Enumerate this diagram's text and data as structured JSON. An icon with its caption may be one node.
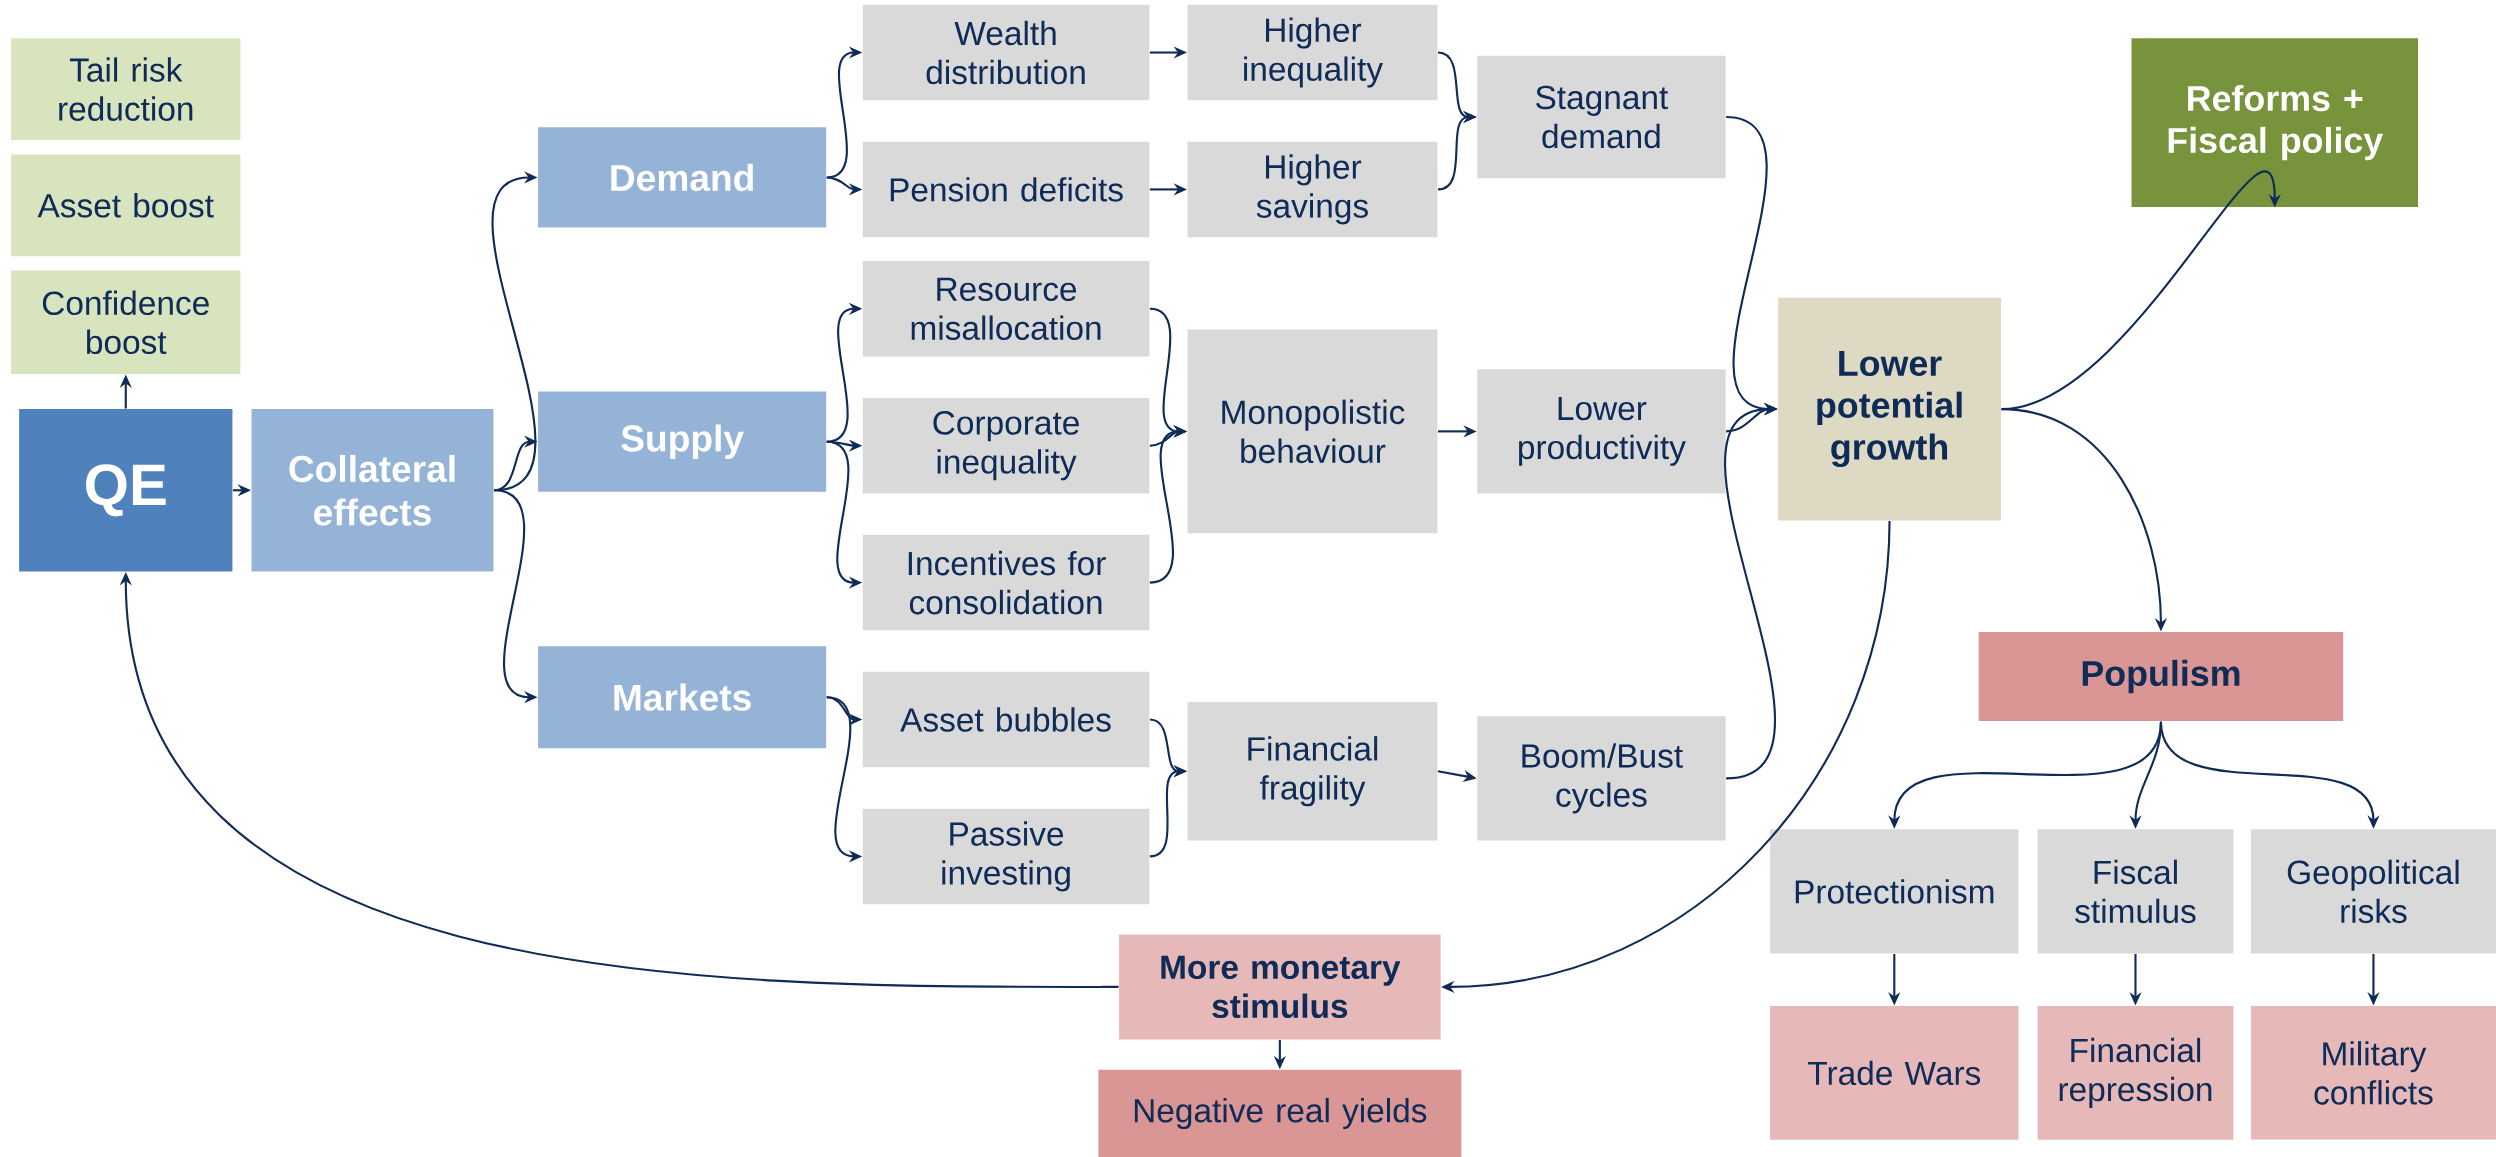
{
  "diagram": {
    "nodes": [
      {
        "text": [
          "Tail risk reduction"
        ]
      },
      {
        "text": [
          "Asset boost"
        ]
      },
      {
        "text": [
          "Confidence boost"
        ]
      },
      {
        "text": [
          "QE"
        ]
      },
      {
        "text": [
          "Collateral effects"
        ]
      },
      {
        "text": [
          "Demand"
        ]
      },
      {
        "text": [
          "Supply"
        ]
      },
      {
        "text": [
          "Markets"
        ]
      },
      {
        "text": [
          "Wealth distribution"
        ]
      },
      {
        "text": [
          "Pension deficits"
        ]
      },
      {
        "text": [
          "Resource misallocation"
        ]
      },
      {
        "text": [
          "Corporate inequality"
        ]
      },
      {
        "text": [
          "Incentives for consolidation"
        ]
      },
      {
        "text": [
          "Asset bubbles"
        ]
      },
      {
        "text": [
          "Passive investing"
        ]
      },
      {
        "text": [
          "Higher inequality"
        ]
      },
      {
        "text": [
          "Higher savings"
        ]
      },
      {
        "text": [
          "Monopolistic behaviour"
        ]
      },
      {
        "text": [
          "Financial fragility"
        ]
      },
      {
        "text": [
          "Stagnant demand"
        ]
      },
      {
        "text": [
          "Lower productivity"
        ]
      },
      {
        "text": [
          "Boom/Bust cycles"
        ]
      },
      {
        "text": [
          "Lower potential growth"
        ]
      },
      {
        "text": [
          "Reforms + Fiscal policy"
        ]
      },
      {
        "text": [
          "Populism"
        ]
      },
      {
        "text": [
          "Protectionism"
        ]
      },
      {
        "text": [
          "Fiscal stimulus"
        ]
      },
      {
        "text": [
          "Geopolitical risks"
        ]
      },
      {
        "text": [
          "Trade Wars"
        ]
      },
      {
        "text": [
          "Financial repression"
        ]
      },
      {
        "text": [
          "Military conflicts"
        ]
      },
      {
        "text": [
          "More monetary stimulus"
        ]
      },
      {
        "text": [
          "Negative real yields"
        ]
      }
    ],
    "edges": [
      {
        "from": 3,
        "to": 2,
        "arrow": "to"
      },
      {
        "from": 3,
        "to": 4,
        "arrow": "to"
      },
      {
        "from": 4,
        "to": 5,
        "arrow": "to"
      },
      {
        "from": 4,
        "to": 6,
        "arrow": "to"
      },
      {
        "from": 4,
        "to": 7,
        "arrow": "to"
      },
      {
        "from": 5,
        "to": 8,
        "arrow": "to"
      },
      {
        "from": 5,
        "to": 9,
        "arrow": "to"
      },
      {
        "from": 6,
        "to": 10,
        "arrow": "to"
      },
      {
        "from": 6,
        "to": 11,
        "arrow": "to"
      },
      {
        "from": 6,
        "to": 12,
        "arrow": "to"
      },
      {
        "from": 7,
        "to": 13,
        "arrow": "to"
      },
      {
        "from": 7,
        "to": 14,
        "arrow": "to"
      },
      {
        "from": 8,
        "to": 15,
        "arrow": "to"
      },
      {
        "from": 9,
        "to": 16,
        "arrow": "to"
      },
      {
        "from": 15,
        "to": 19,
        "arrow": "to"
      },
      {
        "from": 16,
        "to": 19,
        "arrow": "to"
      },
      {
        "from": 10,
        "to": 17,
        "arrow": "to"
      },
      {
        "from": 11,
        "to": 17,
        "arrow": "to"
      },
      {
        "from": 12,
        "to": 17,
        "arrow": "to"
      },
      {
        "from": 13,
        "to": 18,
        "arrow": "to"
      },
      {
        "from": 14,
        "to": 18,
        "arrow": "to"
      },
      {
        "from": 17,
        "to": 20,
        "arrow": "to"
      },
      {
        "from": 18,
        "to": 21,
        "arrow": "to"
      },
      {
        "from": 19,
        "to": 22,
        "arrow": "to"
      },
      {
        "from": 20,
        "to": 22,
        "arrow": "to"
      },
      {
        "from": 21,
        "to": 22,
        "arrow": "to"
      },
      {
        "from": 22,
        "to": 23,
        "arrow": "to"
      },
      {
        "from": 22,
        "to": 24,
        "arrow": "to"
      },
      {
        "from": 22,
        "to": 31,
        "arrow": "to"
      },
      {
        "from": 31,
        "to": 3,
        "arrow": "to"
      },
      {
        "from": 31,
        "to": 32,
        "arrow": "to"
      },
      {
        "from": 24,
        "to": 25,
        "arrow": "to"
      },
      {
        "from": 24,
        "to": 26,
        "arrow": "to"
      },
      {
        "from": 24,
        "to": 27,
        "arrow": "to"
      },
      {
        "from": 25,
        "to": 28,
        "arrow": "to"
      },
      {
        "from": 26,
        "to": 29,
        "arrow": "to"
      },
      {
        "from": 27,
        "to": 30,
        "arrow": "to"
      }
    ]
  }
}
